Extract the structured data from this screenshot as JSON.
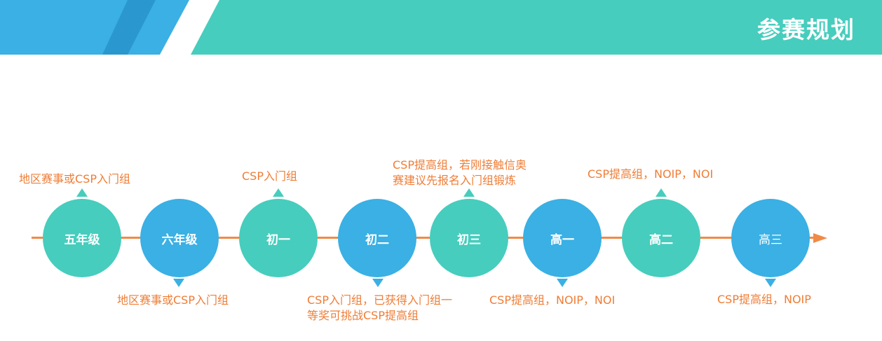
{
  "header": {
    "title": "参赛规划"
  },
  "colors": {
    "teal": "#46cdbd",
    "blue": "#3ab0e4",
    "orange": "#ef7d36",
    "line": "#f08a47"
  },
  "stages": [
    {
      "label": "五年级",
      "note_above": "地区赛事或CSP入门组"
    },
    {
      "label": "六年级",
      "note_below": "地区赛事或CSP入门组"
    },
    {
      "label": "初一",
      "note_above": "CSP入门组"
    },
    {
      "label": "初二",
      "note_below": [
        "CSP入门组，已获得入门组一",
        "等奖可挑战CSP提高组"
      ]
    },
    {
      "label": "初三",
      "note_above": [
        "CSP提高组，若刚接触信奥",
        "赛建议先报名入门组锻炼"
      ]
    },
    {
      "label": "高一",
      "note_below": "CSP提高组，NOIP，NOI"
    },
    {
      "label": "高二",
      "note_above": "CSP提高组，NOIP，NOI"
    },
    {
      "label": "高三",
      "note_below": "CSP提高组，NOIP"
    }
  ]
}
